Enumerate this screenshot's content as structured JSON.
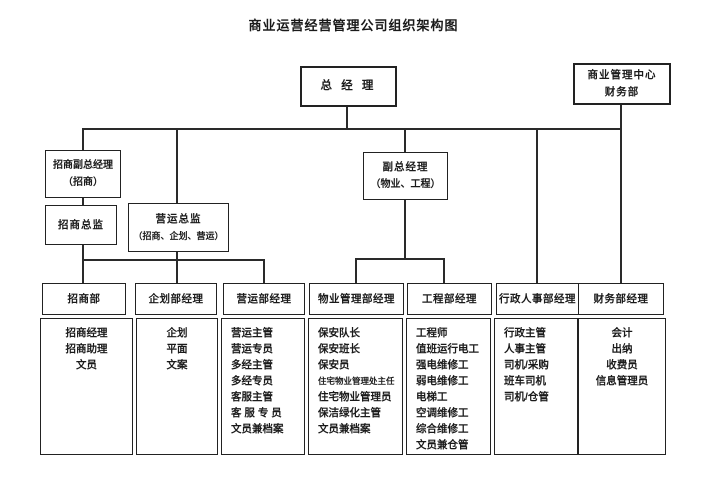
{
  "title": "商业运营经营管理公司组织架构图",
  "nodes": {
    "gm": {
      "line1": "总 经 理"
    },
    "biz_center": {
      "line1": "商业管理中心",
      "line2": "财务部"
    },
    "vp_investment": {
      "line1": "招商副总经理",
      "line2": "（招商）"
    },
    "vp_property": {
      "line1": "副总经理",
      "line2": "（物业、工程）"
    },
    "dir_investment": {
      "line1": "招商总监"
    },
    "dir_operations": {
      "line1": "营运总监",
      "line2": "（招商、企划、营运）"
    }
  },
  "departments": [
    {
      "label": "招商部",
      "staff": [
        "招商经理",
        "招商助理",
        "文员"
      ]
    },
    {
      "label": "企划部经理",
      "staff": [
        "企划",
        "平面",
        "文案"
      ]
    },
    {
      "label": "营运部经理",
      "staff": [
        "营运主管",
        "营运专员",
        "多经主管",
        "多经专员",
        "客服主管",
        "客 服 专 员",
        "文员兼档案"
      ]
    },
    {
      "label": "物业管理部经理",
      "staff": [
        "保安队长",
        "保安班长",
        "保安员",
        "住宅物业管理处主任",
        "住宅物业管理员",
        "保洁绿化主管",
        "文员兼档案"
      ]
    },
    {
      "label": "工程部经理",
      "staff": [
        "工程师",
        "值班运行电工",
        "强电维修工",
        "弱电维修工",
        "电梯工",
        "空调维修工",
        "综合维修工",
        "文员兼仓管"
      ]
    },
    {
      "label": "行政人事部经理",
      "staff": [
        "行政主管",
        "人事主管",
        "司机/采购",
        "班车司机",
        "司机/仓管"
      ]
    },
    {
      "label": "财务部经理",
      "staff": [
        "会计",
        "出纳",
        "收费员",
        "信息管理员"
      ]
    }
  ],
  "colors": {
    "line": "#2a2a2a",
    "border": "#222222",
    "background": "#ffffff",
    "text": "#1a1a1a"
  }
}
